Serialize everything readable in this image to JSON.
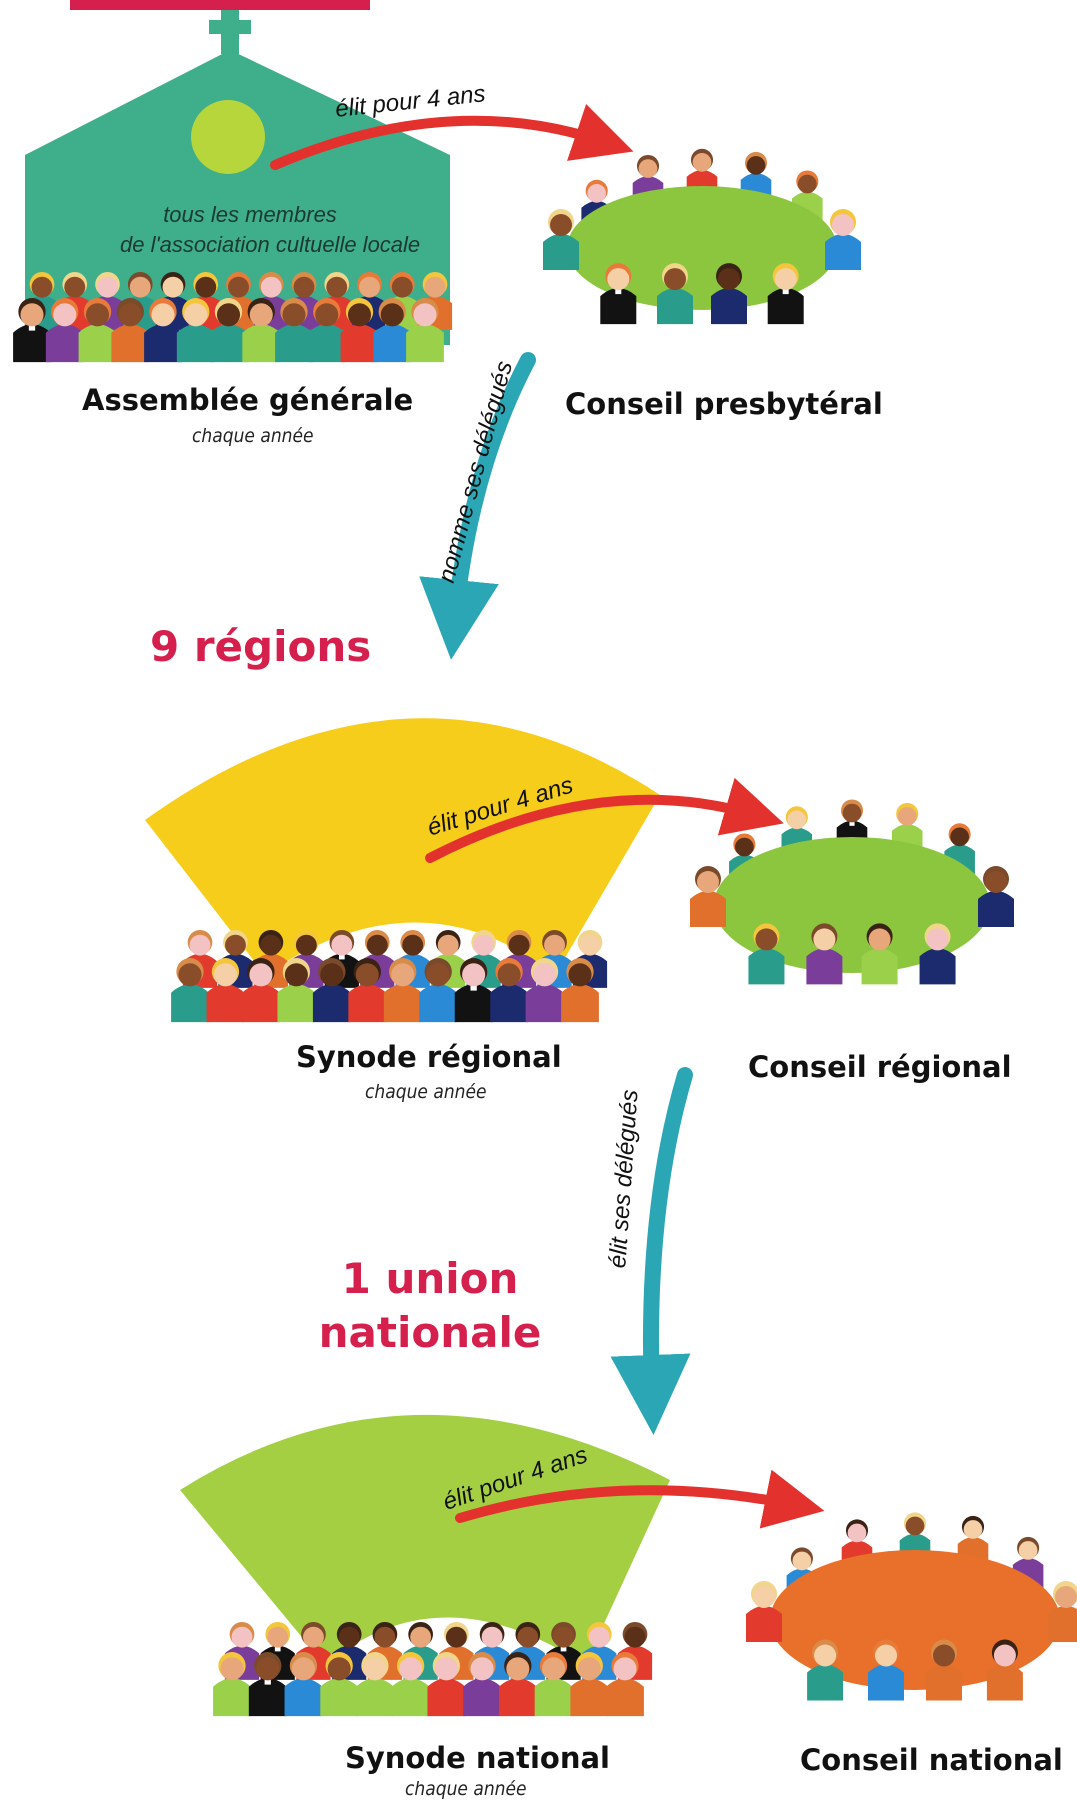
{
  "headings": {
    "regions": "9 régions",
    "union_line1": "1 union",
    "union_line2": "nationale"
  },
  "paroisse": {
    "assemblee_title": "Assemblée générale",
    "assemblee_sub": "chaque année",
    "inner_line1": "tous les membres",
    "inner_line2": "de l'association cultuelle locale",
    "conseil_title": "Conseil presbytéral",
    "elects_label": "élit pour 4 ans"
  },
  "region": {
    "synode_title": "Synode régional",
    "synode_sub": "chaque année",
    "conseil_title": "Conseil régional",
    "elects_label": "élit pour 4 ans"
  },
  "national": {
    "synode_title": "Synode national",
    "synode_sub": "chaque année",
    "conseil_title": "Conseil national",
    "elects_label": "élit pour 4 ans"
  },
  "links": {
    "nomme_delegues": "nomme ses délégués",
    "elit_delegues": "élit ses délégués"
  },
  "colors": {
    "church": "#3fae8a",
    "church_sun": "#b7d63c",
    "regional_fan": "#f7cd1b",
    "national_fan": "#a4cf43",
    "table_green": "#8cc63f",
    "table_orange": "#e8702a",
    "arrow_red": "#e3312d",
    "arrow_teal": "#2ba6b5",
    "heading_red": "#d51f4d"
  }
}
